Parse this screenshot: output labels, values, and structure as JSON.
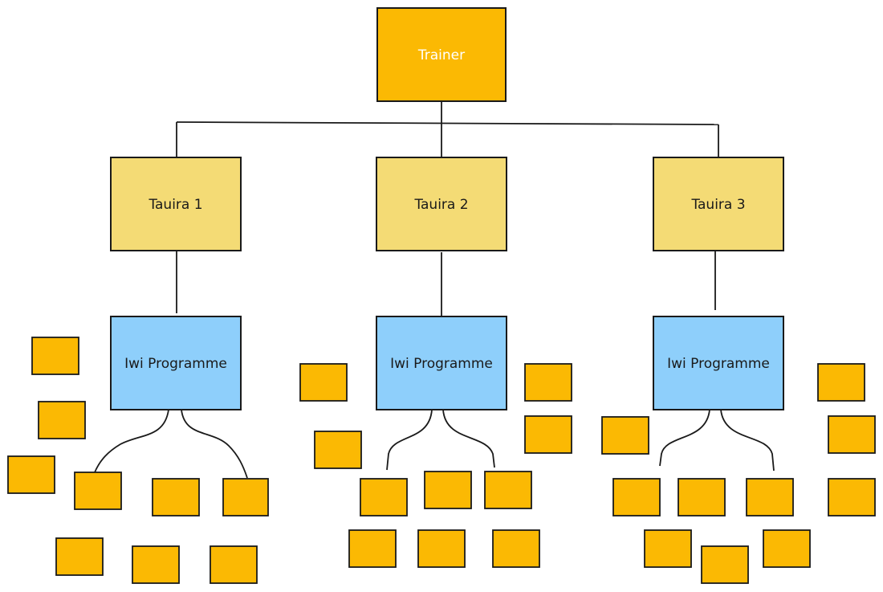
{
  "colors": {
    "trainer": "#fbb903",
    "tauira": "#f4db75",
    "programme": "#8ecffb",
    "note": "#fbb903",
    "line": "#1a1a1a"
  },
  "trainer": {
    "label": "Trainer"
  },
  "tauira": [
    {
      "label": "Tauira 1"
    },
    {
      "label": "Tauira 2"
    },
    {
      "label": "Tauira 3"
    }
  ],
  "programmes": [
    {
      "label": "Iwi Programme"
    },
    {
      "label": "Iwi Programme"
    },
    {
      "label": "Iwi Programme"
    }
  ]
}
